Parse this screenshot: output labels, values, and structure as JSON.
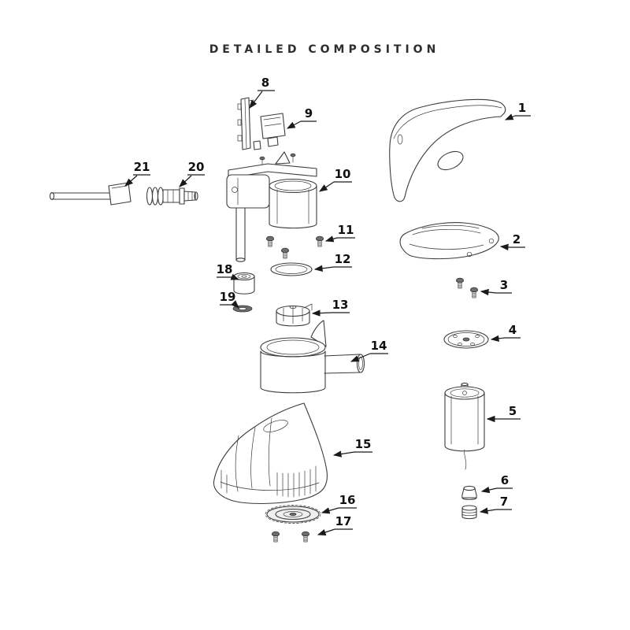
{
  "title": "DETAILED COMPOSITION",
  "parts": [
    {
      "num": "1"
    },
    {
      "num": "2"
    },
    {
      "num": "3"
    },
    {
      "num": "4"
    },
    {
      "num": "5"
    },
    {
      "num": "6"
    },
    {
      "num": "7"
    },
    {
      "num": "8"
    },
    {
      "num": "9"
    },
    {
      "num": "10"
    },
    {
      "num": "11"
    },
    {
      "num": "12"
    },
    {
      "num": "13"
    },
    {
      "num": "14"
    },
    {
      "num": "15"
    },
    {
      "num": "16"
    },
    {
      "num": "17"
    },
    {
      "num": "18"
    },
    {
      "num": "19"
    },
    {
      "num": "20"
    },
    {
      "num": "21"
    }
  ]
}
